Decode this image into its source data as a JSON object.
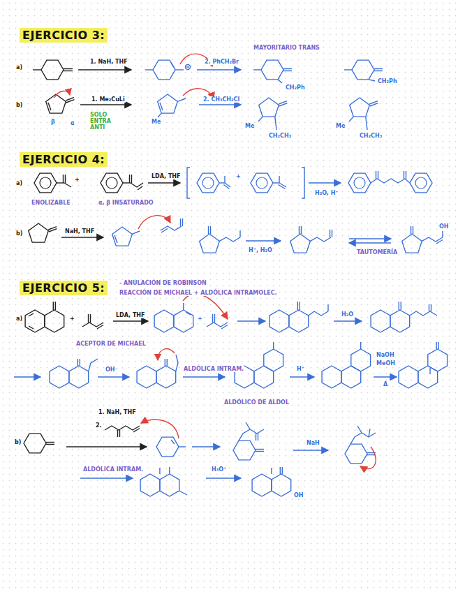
{
  "diagram": {
    "labels": [
      "EJERCICIO 3:",
      "a)",
      "1. NaH, THF",
      "MAYORITARIO TRANS",
      "2. PhCH₂Br",
      "CH₂Ph",
      "CH₂Ph",
      "b)",
      "1. Me₂CuLi",
      "SOLO ENTRA ANTI",
      "β",
      "α",
      "Me",
      "2. CH₃CH₂Cl",
      "Me",
      "CH₂CH₃",
      "Me",
      "CH₂CH₃",
      "EJERCICIO 4:",
      "a)",
      "ENOLIZABLE",
      "α, β INSATURADO",
      "LDA, THF",
      "H₂O, H⁺",
      "b)",
      "NaH, THF",
      "H⁺, H₂O",
      "TAUTOMERÍA",
      "EJERCICIO 5:",
      "- ANULACIÓN DE ROBINSON",
      "REACCIÓN DE MICHAEL + ALDÓLICA INTRAMOLEC.",
      "a)",
      "LDA, THF",
      "ACEPTOR DE MICHAEL",
      "H₂O",
      "OH⁻",
      "ALDÓLICA INTRAM.",
      "ALDÓLICO DE ALDOL",
      "H⁺",
      "NaOH",
      "MeOH",
      "Δ",
      "1. NaH, THF",
      "2.",
      "b)",
      "NaH",
      "ALDÓLICA INTRAM.",
      "H₃O⁺",
      "+",
      "+",
      "+",
      "+",
      "OH",
      "OH"
    ]
  }
}
